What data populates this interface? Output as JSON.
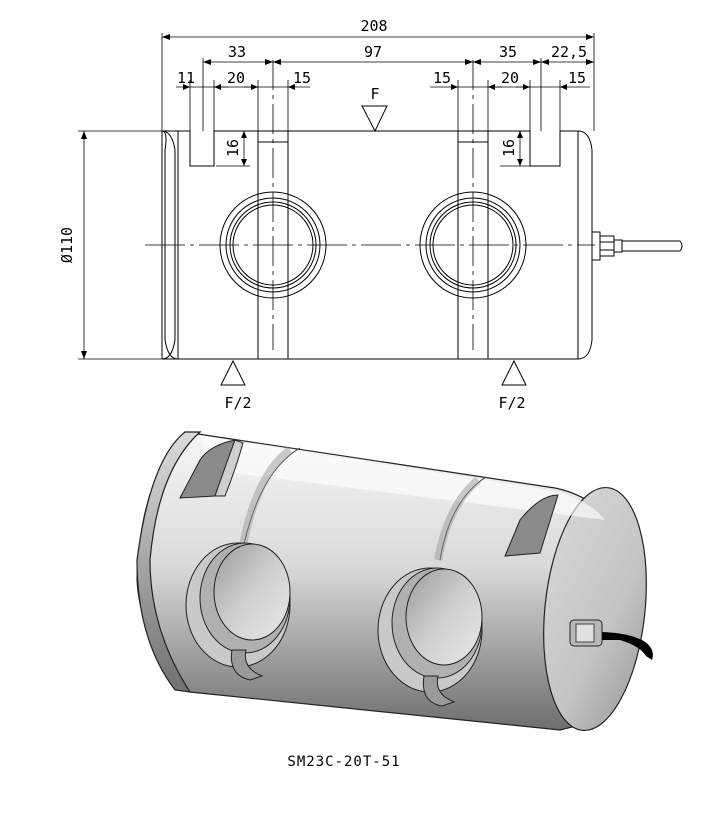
{
  "drawing": {
    "dimensions": {
      "total_length": "208",
      "left_end_to_pin": "33",
      "pin_spacing": "97",
      "right_pin_to_slot": "35",
      "right_end": "22,5",
      "left_slot_gap": "11",
      "left_slot_width": "20",
      "left_pin_width": "15",
      "right_pin_width": "15",
      "right_slot_width": "20",
      "right_slot_gap": "15",
      "slot_depth_left": "16",
      "slot_depth_right": "16",
      "diameter": "Ø110"
    },
    "loads": {
      "top_force": "F",
      "left_reaction": "F/2",
      "right_reaction": "F/2"
    }
  },
  "caption": "SM23C-20T-51"
}
